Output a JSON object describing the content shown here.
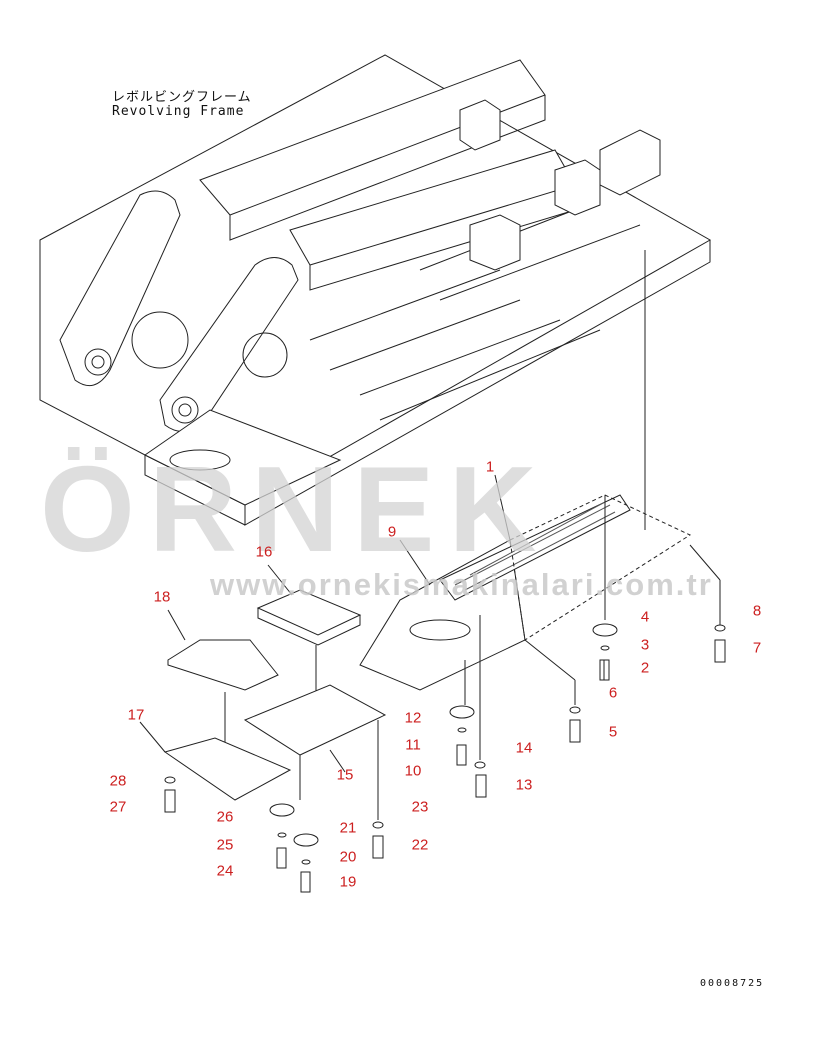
{
  "title": {
    "jp": "レボルビングフレーム",
    "en": "Revolving Frame"
  },
  "watermark": {
    "logo": "ÖRNEK",
    "url": "www.ornekismakinalari.com.tr"
  },
  "drawing_number": "00008725",
  "colors": {
    "callout": "#cc1f1f",
    "line": "#222222",
    "watermark": "#cfcfcf",
    "accent": "#f2c23a"
  },
  "callouts": [
    "1",
    "2",
    "3",
    "4",
    "5",
    "6",
    "7",
    "8",
    "9",
    "10",
    "11",
    "12",
    "13",
    "14",
    "15",
    "16",
    "17",
    "18",
    "19",
    "20",
    "21",
    "22",
    "23",
    "24",
    "25",
    "26",
    "27",
    "28"
  ]
}
